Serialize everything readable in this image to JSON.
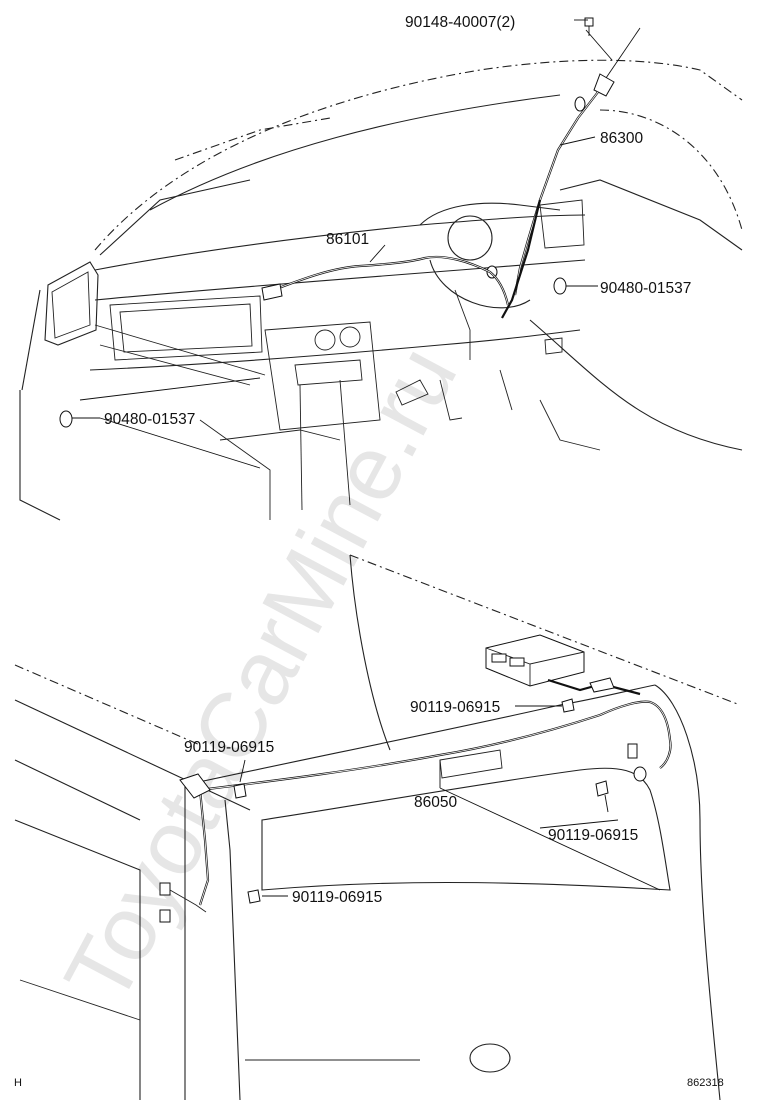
{
  "watermark": "ToyotaCarMine.ru",
  "figure_code": "862318",
  "corner_mark": "H",
  "callouts": {
    "bolt_antenna": "90148-40007(2)",
    "antenna_assy": "86300",
    "cord_front": "86101",
    "grommet_right": "90480-01537",
    "grommet_left": "90480-01537",
    "bolt_rear_top": "90119-06915",
    "bolt_rear_left_top": "90119-06915",
    "cord_rear": "86050",
    "bolt_rear_right": "90119-06915",
    "bolt_rear_left_bottom": "90119-06915"
  }
}
